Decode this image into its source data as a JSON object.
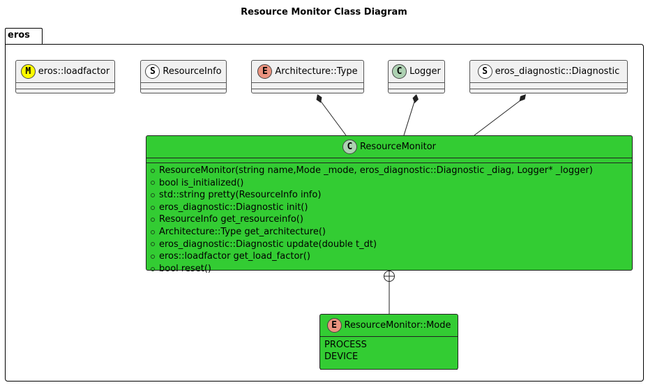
{
  "diagram": {
    "title": "Resource Monitor Class Diagram",
    "package": "eros",
    "classes": {
      "loadfactor": {
        "stereotype": "M",
        "name": "eros::loadfactor"
      },
      "resourceinfo": {
        "stereotype": "S",
        "name": "ResourceInfo"
      },
      "architecture_type": {
        "stereotype": "E",
        "name": "Architecture::Type"
      },
      "logger": {
        "stereotype": "C",
        "name": "Logger"
      },
      "diagnostic": {
        "stereotype": "S",
        "name": "eros_diagnostic::Diagnostic"
      },
      "resource_monitor": {
        "stereotype": "C",
        "name": "ResourceMonitor",
        "methods": [
          "ResourceMonitor(string name,Mode _mode, eros_diagnostic::Diagnostic _diag, Logger* _logger)",
          "bool is_initialized()",
          "std::string pretty(ResourceInfo info)",
          "eros_diagnostic::Diagnostic init()",
          "ResourceInfo get_resourceinfo()",
          "Architecture::Type get_architecture()",
          "eros_diagnostic::Diagnostic update(double t_dt)",
          "eros::loadfactor get_load_factor()",
          "bool reset()"
        ]
      },
      "mode": {
        "stereotype": "E",
        "name": "ResourceMonitor::Mode",
        "values": [
          "PROCESS",
          "DEVICE"
        ]
      }
    },
    "relations": [
      {
        "from": "architecture_type",
        "to": "resource_monitor",
        "kind": "composition"
      },
      {
        "from": "logger",
        "to": "resource_monitor",
        "kind": "composition"
      },
      {
        "from": "diagnostic",
        "to": "resource_monitor",
        "kind": "composition"
      },
      {
        "from": "resource_monitor",
        "to": "mode",
        "kind": "nested"
      }
    ],
    "colors": {
      "highlight_fill": "#33cc33",
      "default_fill": "#f1f1f1",
      "enum_badge": "#eb937f",
      "class_badge": "#add1b2",
      "macro_badge": "#ffff00",
      "struct_badge": "#ffffff"
    }
  }
}
